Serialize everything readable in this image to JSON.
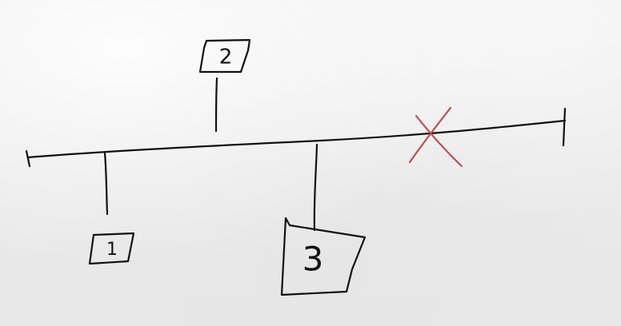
{
  "diagram": {
    "ink_color": "#111111",
    "mark_color": "#c24a4a",
    "nodes": [
      {
        "id": "node-1",
        "label": "1"
      },
      {
        "id": "node-2",
        "label": "2"
      },
      {
        "id": "node-3",
        "label": "3"
      }
    ],
    "cross_mark": "red-x-mark"
  }
}
